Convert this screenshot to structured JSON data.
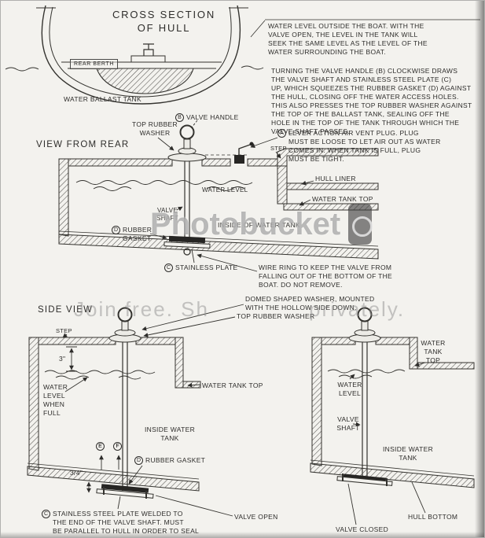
{
  "cross_section": {
    "title": "CROSS SECTION\nOF HULL",
    "rear_berth": "REAR BERTH",
    "water_ballast_tank": "WATER BALLAST TANK",
    "water_level_note": "WATER LEVEL OUTSIDE THE BOAT.  WITH THE\nVALVE OPEN, THE LEVEL IN THE TANK WILL\nSEEK THE SAME LEVEL AS THE LEVEL OF THE\nWATER SURROUNDING THE BOAT.",
    "valve_operation_note": "TURNING THE VALVE HANDLE (B) CLOCKWISE DRAWS\nTHE VALVE SHAFT AND STAINLESS STEEL PLATE (C)\nUP, WHICH SQUEEZES THE RUBBER GASKET (D) AGAINST\nTHE HULL, CLOSING OFF THE WATER ACCESS HOLES.\nTHIS ALSO PRESSES THE TOP RUBBER WASHER AGAINST\nTHE TOP OF THE BALLAST TANK, SEALING OFF THE\nHOLE IN THE TOP OF THE TANK THROUGH WHICH THE\nVALVE SHAFT PASSES."
  },
  "rear_view": {
    "title": "VIEW FROM REAR",
    "valve_handle_letter": "B",
    "valve_handle_label": "VALVE HANDLE",
    "top_rubber_washer": "TOP RUBBER\nWASHER",
    "air_vent_letter": "A",
    "air_vent_note": "LEVER ACTION AIR VENT PLUG.  PLUG\nMUST BE LOOSE TO LET AIR OUT AS WATER\nCOMES IN.  WHEN TANK IS FULL, PLUG\nMUST BE TIGHT.",
    "step": "STEP",
    "hull_liner": "HULL LINER",
    "water_level": "WATER LEVEL",
    "water_tank_top": "WATER TANK TOP",
    "valve_shaft": "VALVE\nSHAFT",
    "inside_of_water_tank": "INSIDE OF WATER TANK",
    "rubber_gasket_letter": "D",
    "rubber_gasket_label": "RUBBER\nGASKET",
    "stainless_plate_letter": "C",
    "stainless_plate_label": "STAINLESS PLATE",
    "wire_ring_note": "WIRE RING TO KEEP THE VALVE FROM\nFALLING OUT OF THE BOTTOM OF THE\nBOAT.  DO NOT REMOVE."
  },
  "side_view": {
    "title": "SIDE VIEW",
    "domed_washer_note": "DOMED SHAPED WASHER, MOUNTED\nWITH THE HOLLOW SIDE DOWN.",
    "top_rubber_washer": "TOP RUBBER WASHER",
    "step": "STEP",
    "dim_3in": "3\"",
    "water_level_when_full": "WATER\nLEVEL\nWHEN\nFULL",
    "water_tank_top_left": "WATER TANK TOP",
    "inside_water_tank_left": "INSIDE WATER\nTANK",
    "hole_letter_e": "E",
    "hole_letter_f": "F",
    "rubber_gasket_letter": "D",
    "rubber_gasket_label": "RUBBER GASKET",
    "dim_34in": "3/4\"",
    "stainless_plate_letter": "C",
    "stainless_plate_note": "STAINLESS STEEL PLATE WELDED TO\nTHE END OF THE VALVE SHAFT.  MUST\nBE PARALLEL TO HULL IN ORDER TO SEAL",
    "valve_open": "VALVE OPEN",
    "water_tank_top_right": "WATER\nTANK\nTOP",
    "water_level_right": "WATER\nLEVEL",
    "valve_shaft_right": "VALVE\nSHAFT",
    "inside_water_tank_right": "INSIDE WATER\nTANK",
    "valve_closed": "VALVE CLOSED",
    "hull_bottom": "HULL BOTTOM"
  },
  "watermark": {
    "brand": "Photobucket",
    "tagline_left": "Join free. Sh",
    "tagline_right": "privately."
  },
  "colors": {
    "paper": "#f3f2ee",
    "ink": "#2e2d2b",
    "watermark_gray": "#8c8c8c"
  }
}
